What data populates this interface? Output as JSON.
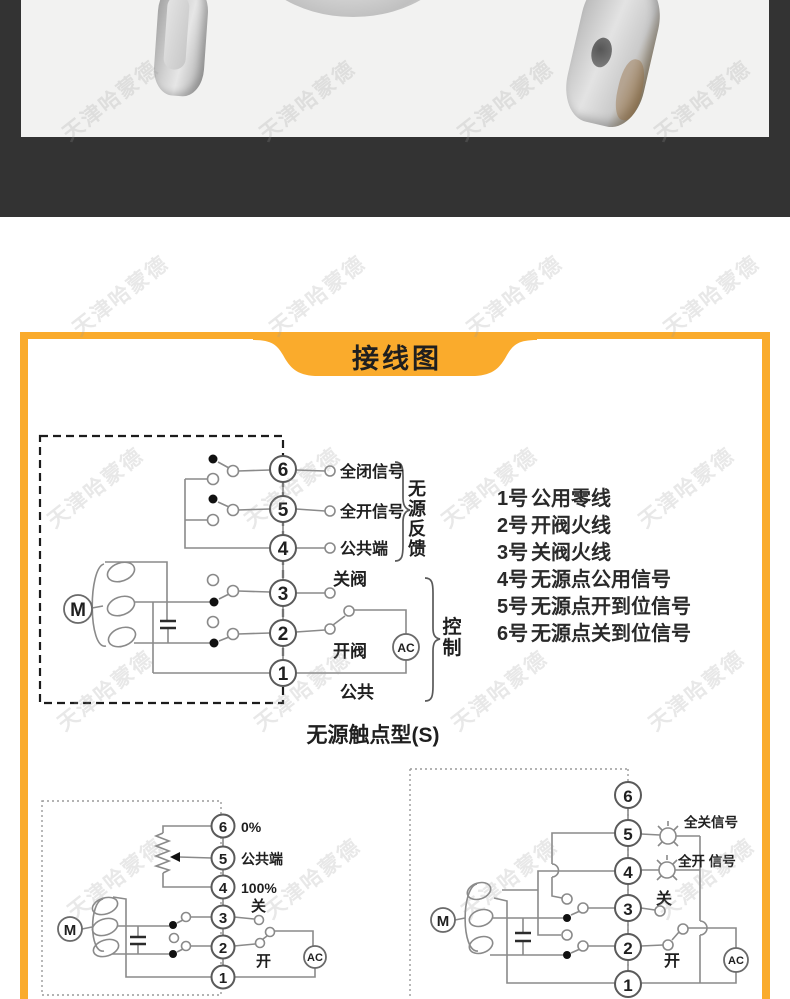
{
  "watermark": {
    "text": "天津哈蒙德"
  },
  "colors": {
    "accent_orange": "#FAAB2C",
    "dark_band": "#333333",
    "photo_bg": "#F2F2F1"
  },
  "banner": {
    "title": "接线图"
  },
  "diagram_main": {
    "caption": "无源触点型(S)",
    "terminals": [
      "6",
      "5",
      "4",
      "3",
      "2",
      "1"
    ],
    "motor_label": "M",
    "ac_label": "AC",
    "labels": {
      "t6": "全闭信号",
      "t5": "全开信号",
      "t4": "公共端",
      "t3": "关阀",
      "t2": "开阀",
      "t1": "公共",
      "feedback_group": "无源反馈",
      "control_group": "控制"
    }
  },
  "terminal_legend": {
    "items": [
      {
        "no": "1号",
        "label": "公用零线"
      },
      {
        "no": "2号",
        "label": "开阀火线"
      },
      {
        "no": "3号",
        "label": "关阀火线"
      },
      {
        "no": "4号",
        "label": "无源点公用信号"
      },
      {
        "no": "5号",
        "label": "无源点开到位信号"
      },
      {
        "no": "6号",
        "label": "无源点关到位信号"
      }
    ]
  },
  "diagram_left": {
    "terminals": [
      "6",
      "5",
      "4",
      "3",
      "2",
      "1"
    ],
    "motor_label": "M",
    "ac_label": "AC",
    "labels": {
      "t6": "0%",
      "t5": "公共端",
      "t4": "100%",
      "t3": "关",
      "t2": "开"
    }
  },
  "diagram_right": {
    "terminals": [
      "6",
      "5",
      "4",
      "3",
      "2",
      "1"
    ],
    "motor_label": "M",
    "ac_label": "AC",
    "labels": {
      "t5": "全关信号",
      "t4": "全开 信号",
      "t3": "关",
      "t2": "开"
    }
  }
}
